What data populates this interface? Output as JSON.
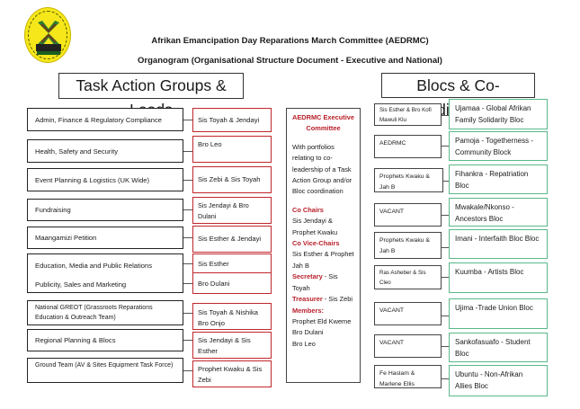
{
  "header": {
    "title": "Afrikan Emancipation Day Reparations March Committee (AEDRMC)",
    "subtitle": "Organogram (Organisational Structure Document - Executive and National)",
    "logo_icon": "aedrmc-logo-icon",
    "logo_colors": {
      "background": "#f5e71a",
      "leaf_green": "#2e7d32",
      "leaf_brown": "#6d3b1a"
    }
  },
  "task_section": {
    "title": "Task Action Groups & Leads",
    "groups": [
      {
        "name": "Admin, Finance & Regulatory Compliance",
        "lead": "Sis Toyah & Jendayi"
      },
      {
        "name": "Health, Safety and Security",
        "lead": "Bro Leo"
      },
      {
        "name": "Event Planning & Logistics (UK Wide)",
        "lead": "Sis Zebi & Sis Toyah"
      },
      {
        "name": "Fundraising",
        "lead": "Sis Jendayi & Bro Dulani"
      },
      {
        "name": "Maangamizi Petition",
        "lead": "Sis Esther & Jendayi"
      },
      {
        "name": "Education, Media and Public Relations",
        "lead": "Sis Esther"
      },
      {
        "name": "Publicity, Sales and Marketing",
        "lead": "Bro Dulani"
      },
      {
        "name": "National GREOT (Grassroots Reparations Education & Outreach Team)",
        "lead": "Sis Toyah & Nishika Bro Onjo"
      },
      {
        "name": "Regional Planning & Blocs",
        "lead": "Sis Jendayi & Sis Esther"
      },
      {
        "name": "Ground Team (AV & Sites Equipment Task Force)",
        "lead": "Prophet Kwaku & Sis Zebi"
      }
    ]
  },
  "executive": {
    "title": "AEDRMC Executive Committee",
    "description": "With portfolios relating to co-leadership of a Task Action Group and/or Bloc coordination",
    "co_chairs_label": "Co Chairs",
    "co_chairs": "Sis Jendayi & Prophet Kwaku",
    "co_vice_chairs_label": "Co Vice-Chairs",
    "co_vice_chairs": "Sis Esther & Prophet Jah B",
    "secretary_label": "Secretary",
    "secretary": " - Sis Toyah",
    "treasurer_label": "Treasurer",
    "treasurer": " -  Sis Zebi",
    "members_label": "Members:",
    "members": [
      "Prophet Eld Kweme",
      "Bro Dulani",
      "Bro Leo"
    ],
    "accent_color": "#b81e2a"
  },
  "bloc_section": {
    "title": "Blocs & Co-ordinators",
    "blocs": [
      {
        "coordinator": "Sis Esther & Bro Kofi Mawuli Klu",
        "bloc": "Ujamaa - Global Afrikan Family Solidarity Bloc"
      },
      {
        "coordinator": "AEDRMC",
        "bloc": "Pamoja -  Togetherness - Community Block"
      },
      {
        "coordinator": "Prophets Kwaku & Jah B",
        "bloc": "Fihankra - Repatriation Bloc"
      },
      {
        "coordinator": "VACANT",
        "bloc": "Mwakale/Nkonso - Ancestors Bloc"
      },
      {
        "coordinator": "Prophets  Kwaku & Jah B",
        "bloc": "Imani - Interfaith Bloc Bloc"
      },
      {
        "coordinator": "Ras Asheber & Sis Cleo",
        "bloc": "Kuumba - Artists Bloc"
      },
      {
        "coordinator": "VACANT",
        "bloc": "Ujima -Trade Union Bloc"
      },
      {
        "coordinator": "VACANT",
        "bloc": "Sankofasuafo - Student Bloc"
      },
      {
        "coordinator": "Fe Haslam & Marlene Ellis",
        "bloc": "Ubuntu - Non-Afrikan Allies Bloc"
      }
    ],
    "accent_color": "#59b98a"
  },
  "colors": {
    "lead_border": "#c0272d",
    "bloc_border": "#59b98a",
    "box_border": "#222222"
  }
}
